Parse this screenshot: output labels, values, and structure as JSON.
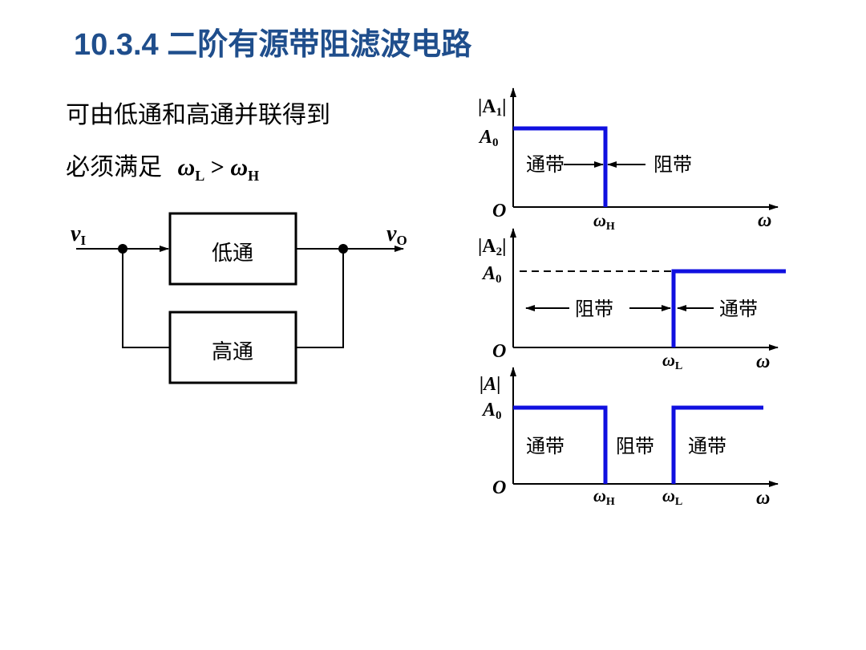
{
  "title": "10.3.4  二阶有源带阻滤波电路",
  "text": {
    "line1": "可由低通和高通并联得到",
    "line2_prefix": "必须满足",
    "omega": "ω",
    "sub_L": "L",
    "sub_H": "H",
    "gt": " > "
  },
  "block_diagram": {
    "input": "v",
    "input_sub": "I",
    "output": "v",
    "output_sub": "O",
    "lowpass": "低通",
    "highpass": "高通"
  },
  "graph1": {
    "ylabel": "|A",
    "ylabel_sub": "1",
    "ylabel_end": "|",
    "a0": "A",
    "a0_sub": "0",
    "origin": "O",
    "pass": "通带",
    "stop": "阻带",
    "mark": "ω",
    "mark_sub": "H",
    "xlabel": "ω"
  },
  "graph2": {
    "ylabel": "|A",
    "ylabel_sub": "2",
    "ylabel_end": "|",
    "a0": "A",
    "a0_sub": "0",
    "origin": "O",
    "stop": "阻带",
    "pass": "通带",
    "mark": "ω",
    "mark_sub": "L",
    "xlabel": "ω"
  },
  "graph3": {
    "ylabel": "|A|",
    "a0": "A",
    "a0_sub": "0",
    "origin": "O",
    "pass1": "通带",
    "stop": "阻带",
    "pass2": "通带",
    "mark1": "ω",
    "mark1_sub": "H",
    "mark2": "ω",
    "mark2_sub": "L",
    "xlabel": "ω"
  },
  "colors": {
    "title": "#1f4e8c",
    "curve": "#1010e0",
    "line": "#000000"
  }
}
